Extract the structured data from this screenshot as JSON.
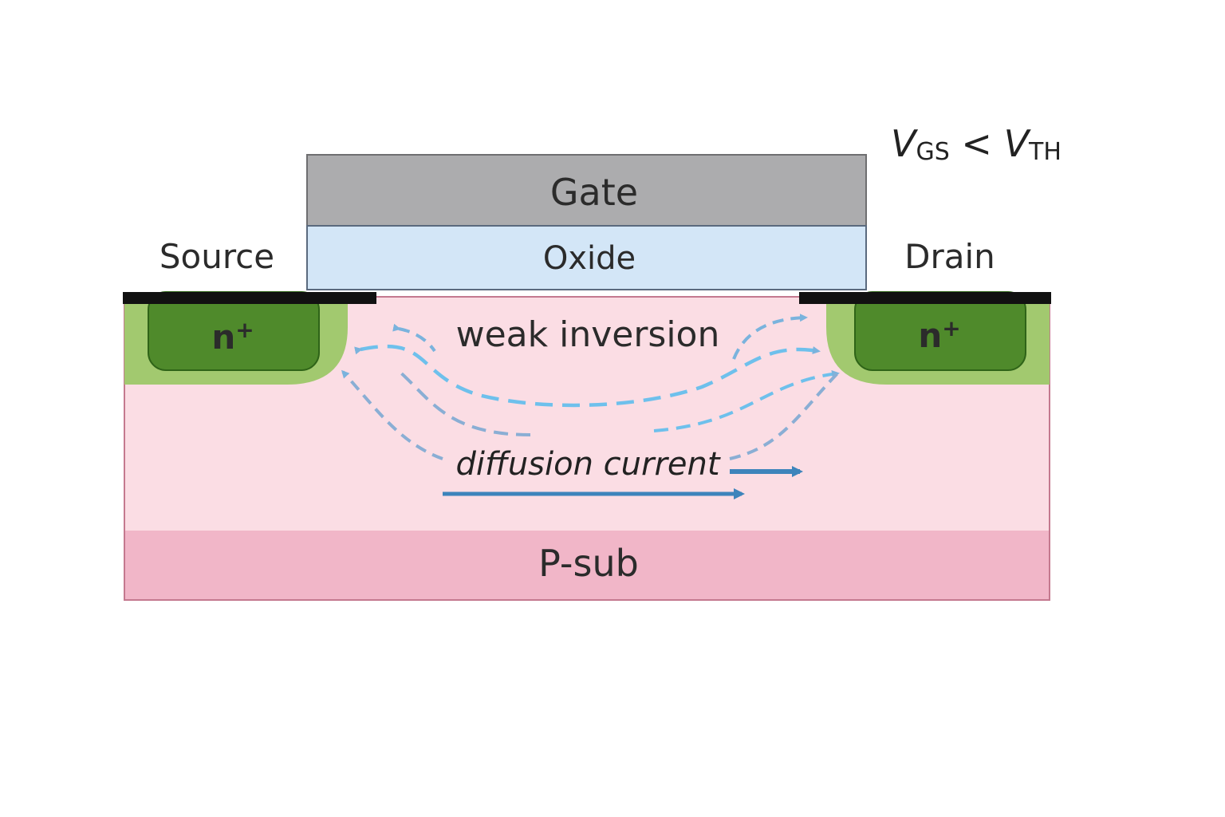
{
  "condition": {
    "v_main": "V",
    "gs_sub": "GS",
    "relation": " < ",
    "th_sub": "TH"
  },
  "regions": {
    "gate": "Gate",
    "oxide": "Oxide",
    "source": "Source",
    "drain": "Drain",
    "source_doping": "n",
    "drain_doping": "n",
    "doping_sup": "+",
    "channel": "weak inversion",
    "current": "diffusion current",
    "substrate": "P-sub"
  },
  "colors": {
    "gate": "#acacae",
    "oxide": "#d3e6f7",
    "substrate_upper": "#fbdde4",
    "substrate_lower": "#f1b6c8",
    "n_plus": "#4f8a2b",
    "n_plus_halo": "#a2c96f",
    "contact": "#111111",
    "flow_arrow": "#6aaee0",
    "current_arrow": "#3d84bb"
  }
}
